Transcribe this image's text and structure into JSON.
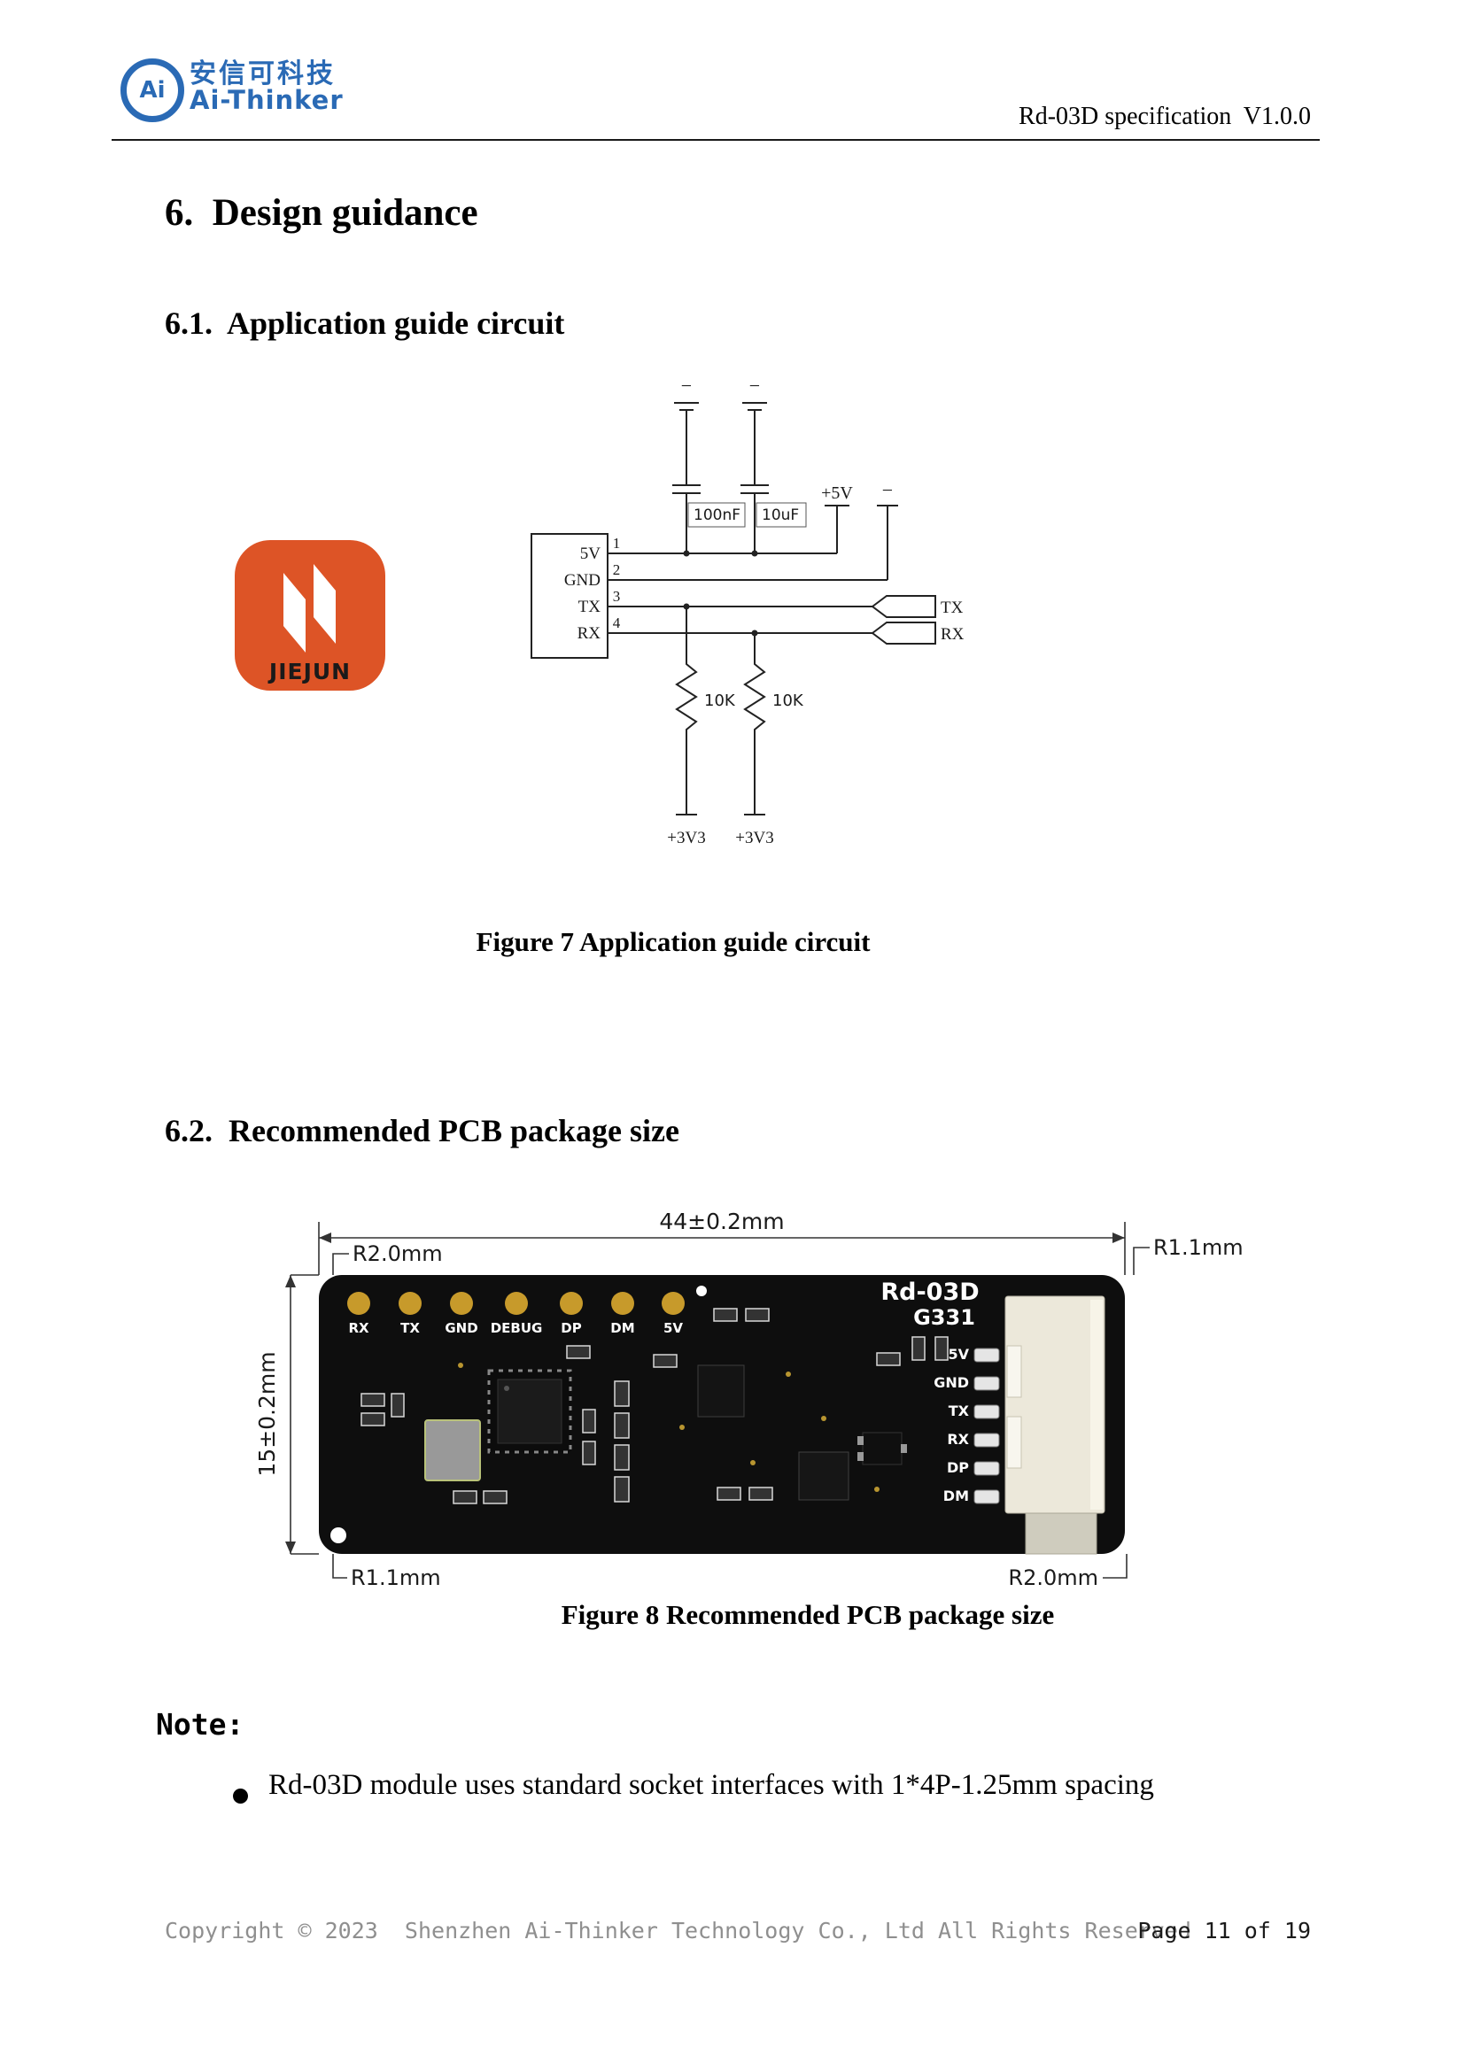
{
  "header": {
    "logo_monogram": "Ai",
    "logo_chinese": "安信可科技",
    "logo_english": "Ai-Thinker",
    "doc_title": "Rd-03D specification  V1.0.0"
  },
  "content": {
    "section_title": "6.  Design guidance",
    "sub1_title": "6.1.  Application guide circuit",
    "fig7_caption": "Figure 7 Application guide circuit",
    "sub2_title": "6.2.  Recommended PCB package size",
    "fig8_caption": "Figure 8 Recommended PCB package size",
    "note_label": "Note:",
    "note_item": "Rd-03D module uses standard socket interfaces with 1*4P-1.25mm spacing"
  },
  "circuit": {
    "minus": "−",
    "cap1": "100nF",
    "cap2": "10uF",
    "vcc": "+5V",
    "pins": [
      "5V",
      "GND",
      "TX",
      "RX"
    ],
    "pin_numbers": [
      "1",
      "2",
      "3",
      "4"
    ],
    "flag_tx": "TX",
    "flag_rx": "RX",
    "r1": "10K",
    "r2": "10K",
    "rail1": "+3V3",
    "rail2": "+3V3",
    "vendor": "JIEJUN"
  },
  "pcb": {
    "dim_width": "44±0.2mm",
    "dim_height": "15±0.2mm",
    "r_top_left": "R2.0mm",
    "r_top_right": "R1.1mm",
    "r_bottom_left": "R1.1mm",
    "r_bottom_right": "R2.0mm",
    "pads": [
      "RX",
      "TX",
      "GND",
      "DEBUG",
      "DP",
      "DM",
      "5V"
    ],
    "board_name": "Rd-03D",
    "board_code": "G331",
    "side_pins": [
      "5V",
      "GND",
      "TX",
      "RX",
      "DP",
      "DM"
    ]
  },
  "footer": {
    "copyright": "Copyright © 2023  Shenzhen Ai-Thinker Technology Co., Ltd All Rights Reserved",
    "page": "Page 11 of 19"
  },
  "colors": {
    "logo_blue": "#2a6ab5",
    "vendor_orange": "#dd5426",
    "pad_gold": "#c79a2b"
  }
}
